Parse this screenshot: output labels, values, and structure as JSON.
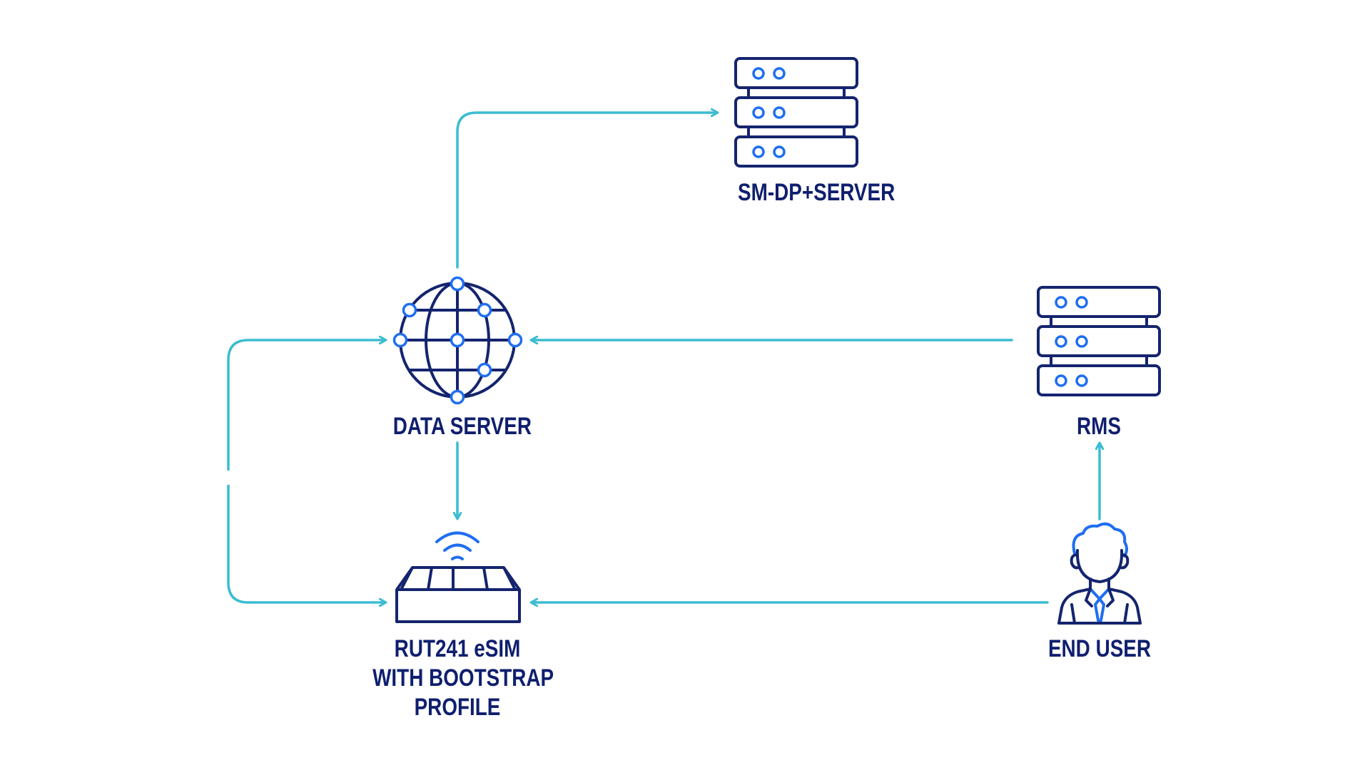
{
  "nodes": {
    "sm_dp_server": {
      "label": "SM-DP+SERVER"
    },
    "data_server": {
      "label": "DATA SERVER"
    },
    "rms": {
      "label": "RMS"
    },
    "router": {
      "label_lines": [
        "RUT241 eSIM",
        "WITH BOOTSTRAP",
        "PROFILE"
      ]
    },
    "end_user": {
      "label": "END USER"
    }
  },
  "colors": {
    "arrow": "#3bbcd0",
    "icon_stroke": "#14246e",
    "icon_accent": "#1f6ef0",
    "text": "#0f1f6e",
    "background": "#ffffff"
  }
}
